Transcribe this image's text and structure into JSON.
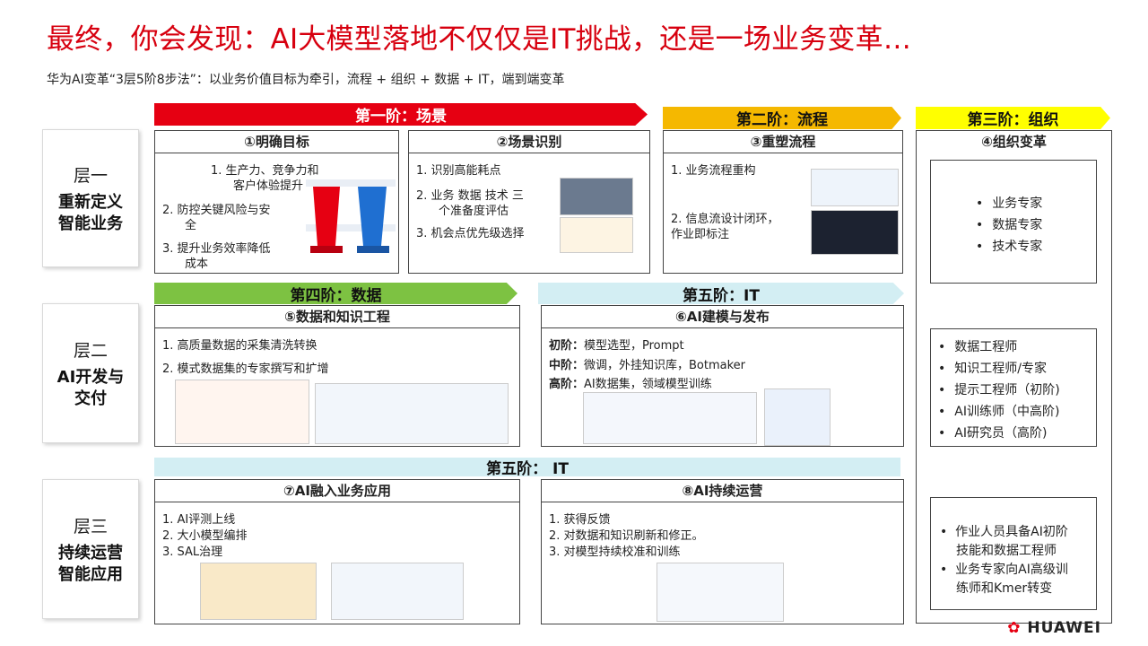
{
  "title": "最终，你会发现：AI大模型落地不仅仅是IT挑战，还是一场业务变革…",
  "subtitle": "华为AI变革“3层5阶8步法”：以业务价值目标为牵引，流程 + 组织 + 数据 + IT，端到端变革",
  "layers": [
    {
      "name": "层一",
      "sub": [
        "重新定义",
        "智能业务"
      ]
    },
    {
      "name": "层二",
      "sub": [
        "AI开发与",
        "交付"
      ]
    },
    {
      "name": "层三",
      "sub": [
        "持续运营",
        "智能应用"
      ]
    }
  ],
  "phases": {
    "p1": "第一阶：场景",
    "p2": "第二阶：流程",
    "p3": "第三阶：组织",
    "p4": "第四阶：数据",
    "p5a": "第五阶：IT",
    "p5b": "第五阶：  IT"
  },
  "colors": {
    "red": "#e60012",
    "orange": "#f5b800",
    "yellow": "#ffff00",
    "green": "#7dc242",
    "lightblue": "#d3eef3"
  },
  "steps": {
    "s1": {
      "title": "①明确目标",
      "items": [
        "1.  生产力、竞争力和",
        "客户体验提升",
        "2.  防控关键风险与安",
        "全",
        "3.  提升业务效率降低",
        "成本"
      ]
    },
    "s2": {
      "title": "②场景识别",
      "items": [
        "1.  识别高能耗点",
        "2.  业务 数据 技术 三",
        "个准备度评估",
        "3.  机会点优先级选择"
      ]
    },
    "s3": {
      "title": "③重塑流程",
      "items": [
        "1.  业务流程重构",
        "2. 信息流设计闭环，",
        "作业即标注"
      ]
    },
    "s4": {
      "title": "④组织变革",
      "group1": [
        "业务专家",
        "数据专家",
        "技术专家"
      ],
      "group2": [
        "数据工程师",
        "知识工程师/专家",
        "提示工程师（初阶)",
        "AI训练师（中高阶)",
        "AI研究员（高阶)"
      ],
      "group3": [
        "作业人员具备AI初阶",
        "技能和数据工程师",
        "业务专家向AI高级训",
        "练师和Kmer转变"
      ]
    },
    "s5": {
      "title": "⑤数据和知识工程",
      "items": [
        "1.  高质量数据的采集清洗转换",
        "2.  模式数据集的专家撰写和扩增"
      ]
    },
    "s6": {
      "title": "⑥AI建模与发布",
      "rows": [
        {
          "k": "初阶：",
          "v": "模型选型，Prompt"
        },
        {
          "k": "中阶：",
          "v": "微调，外挂知识库，Botmaker"
        },
        {
          "k": "高阶：",
          "v": "AI数据集，领域模型训练"
        }
      ]
    },
    "s7": {
      "title": "⑦AI融入业务应用",
      "items": [
        "1.  AI评测上线",
        "2.  大小模型编排",
        "3.  SAL治理"
      ]
    },
    "s8": {
      "title": "⑧AI持续运营",
      "items": [
        "1.  获得反馈",
        "2.  对数据和知识刷新和修正。",
        "3.  对模型持续校准和训练"
      ]
    }
  },
  "logo": "HUAWEI"
}
